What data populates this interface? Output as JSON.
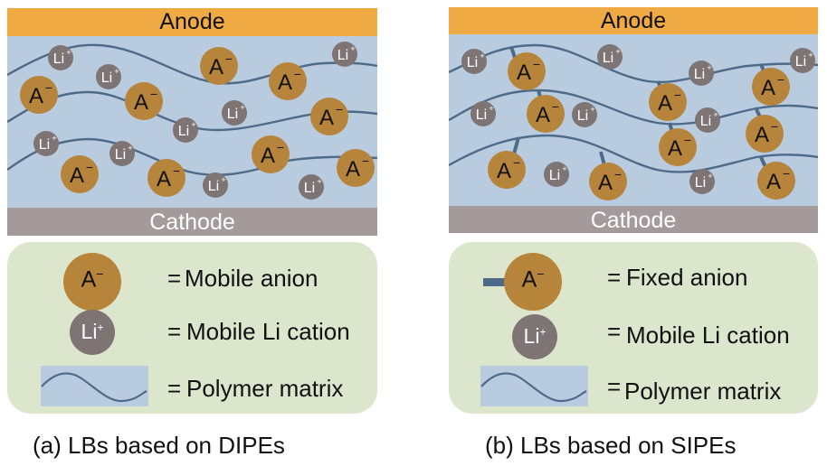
{
  "panels": [
    {
      "id": "a",
      "anode_label": "Anode",
      "cathode_label": "Cathode",
      "caption": "(a) LBs based on DIPEs",
      "legend": [
        {
          "symbol": "mobile-anion",
          "label": "Mobile anion",
          "glyph": "A",
          "charge": "−"
        },
        {
          "symbol": "mobile-li",
          "label": "Mobile Li cation",
          "glyph": "Li",
          "charge": "+"
        },
        {
          "symbol": "polymer",
          "label": "Polymer matrix"
        }
      ],
      "equals": "="
    },
    {
      "id": "b",
      "anode_label": "Anode",
      "cathode_label": "Cathode",
      "caption": "(b) LBs based on SIPEs",
      "legend": [
        {
          "symbol": "fixed-anion",
          "label": "Fixed anion",
          "glyph": "A",
          "charge": "−"
        },
        {
          "symbol": "mobile-li",
          "label": "Mobile Li cation",
          "glyph": "Li",
          "charge": "+"
        },
        {
          "symbol": "polymer",
          "label": "Polymer matrix"
        }
      ],
      "equals": "="
    }
  ],
  "ion_labels": {
    "anion": "A",
    "anion_charge": "−",
    "cation": "Li",
    "cation_charge": "+"
  },
  "colors": {
    "anode": "#f0aa44",
    "cathode": "#a39a99",
    "electrolyte": "#b9cbdf",
    "anion": "#b6843a",
    "cation": "#7f7474",
    "polymer": "#4e6a89",
    "legend_bg": "#dbe6cd"
  }
}
